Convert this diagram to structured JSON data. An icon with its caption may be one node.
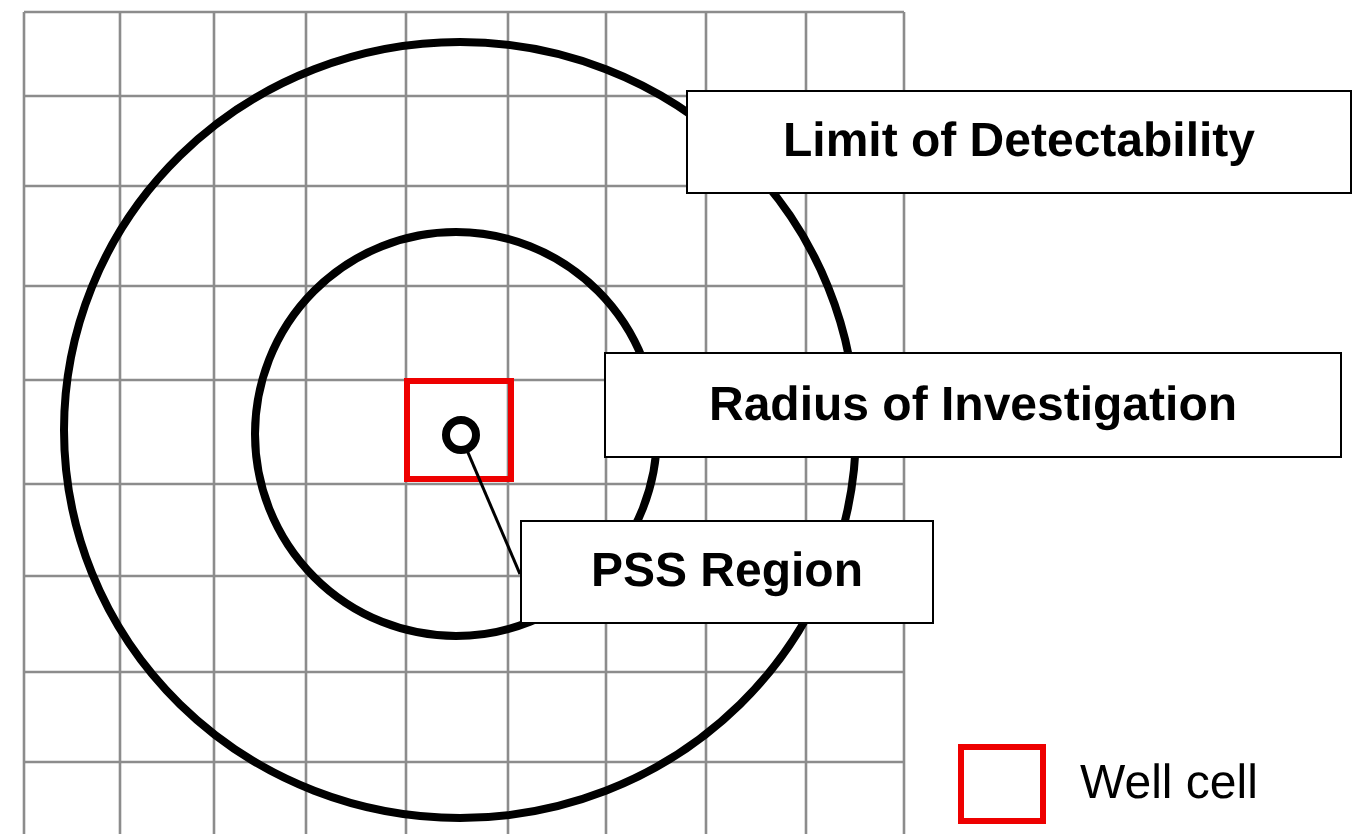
{
  "diagram": {
    "nodes": [
      {
        "text": [
          "Limit of Detectability"
        ]
      },
      {
        "text": [
          "Radius of Investigation"
        ]
      },
      {
        "text": [
          "PSS Region"
        ]
      },
      {
        "text": [],
        "shape": "circle"
      }
    ],
    "edges": [
      {
        "from": 2,
        "to": 3,
        "arrow": "none"
      }
    ],
    "legend": [
      {
        "text": "Well cell"
      }
    ]
  }
}
